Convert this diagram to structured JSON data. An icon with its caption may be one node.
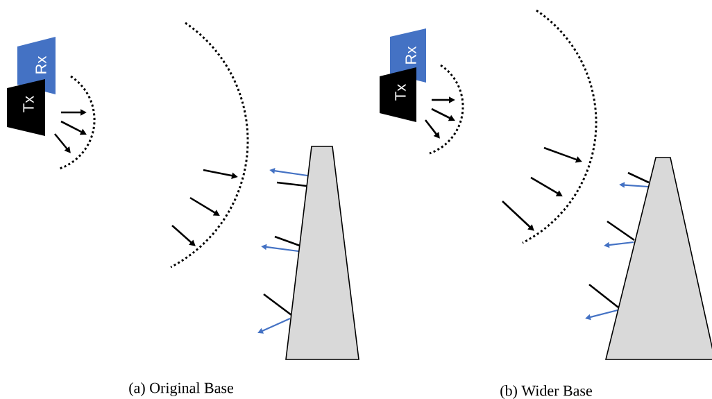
{
  "diagram": {
    "nodes": [
      {
        "text": [
          "Rx"
        ]
      },
      {
        "text": [
          "Tx"
        ]
      },
      {
        "text": [
          "Rx"
        ]
      },
      {
        "text": [
          "Tx"
        ]
      },
      {
        "text": [],
        "shape": "trapezoid"
      },
      {
        "text": [],
        "shape": "trapezoid"
      }
    ],
    "labels": [
      "(a) Original Base",
      "(b) Wider Base"
    ]
  }
}
